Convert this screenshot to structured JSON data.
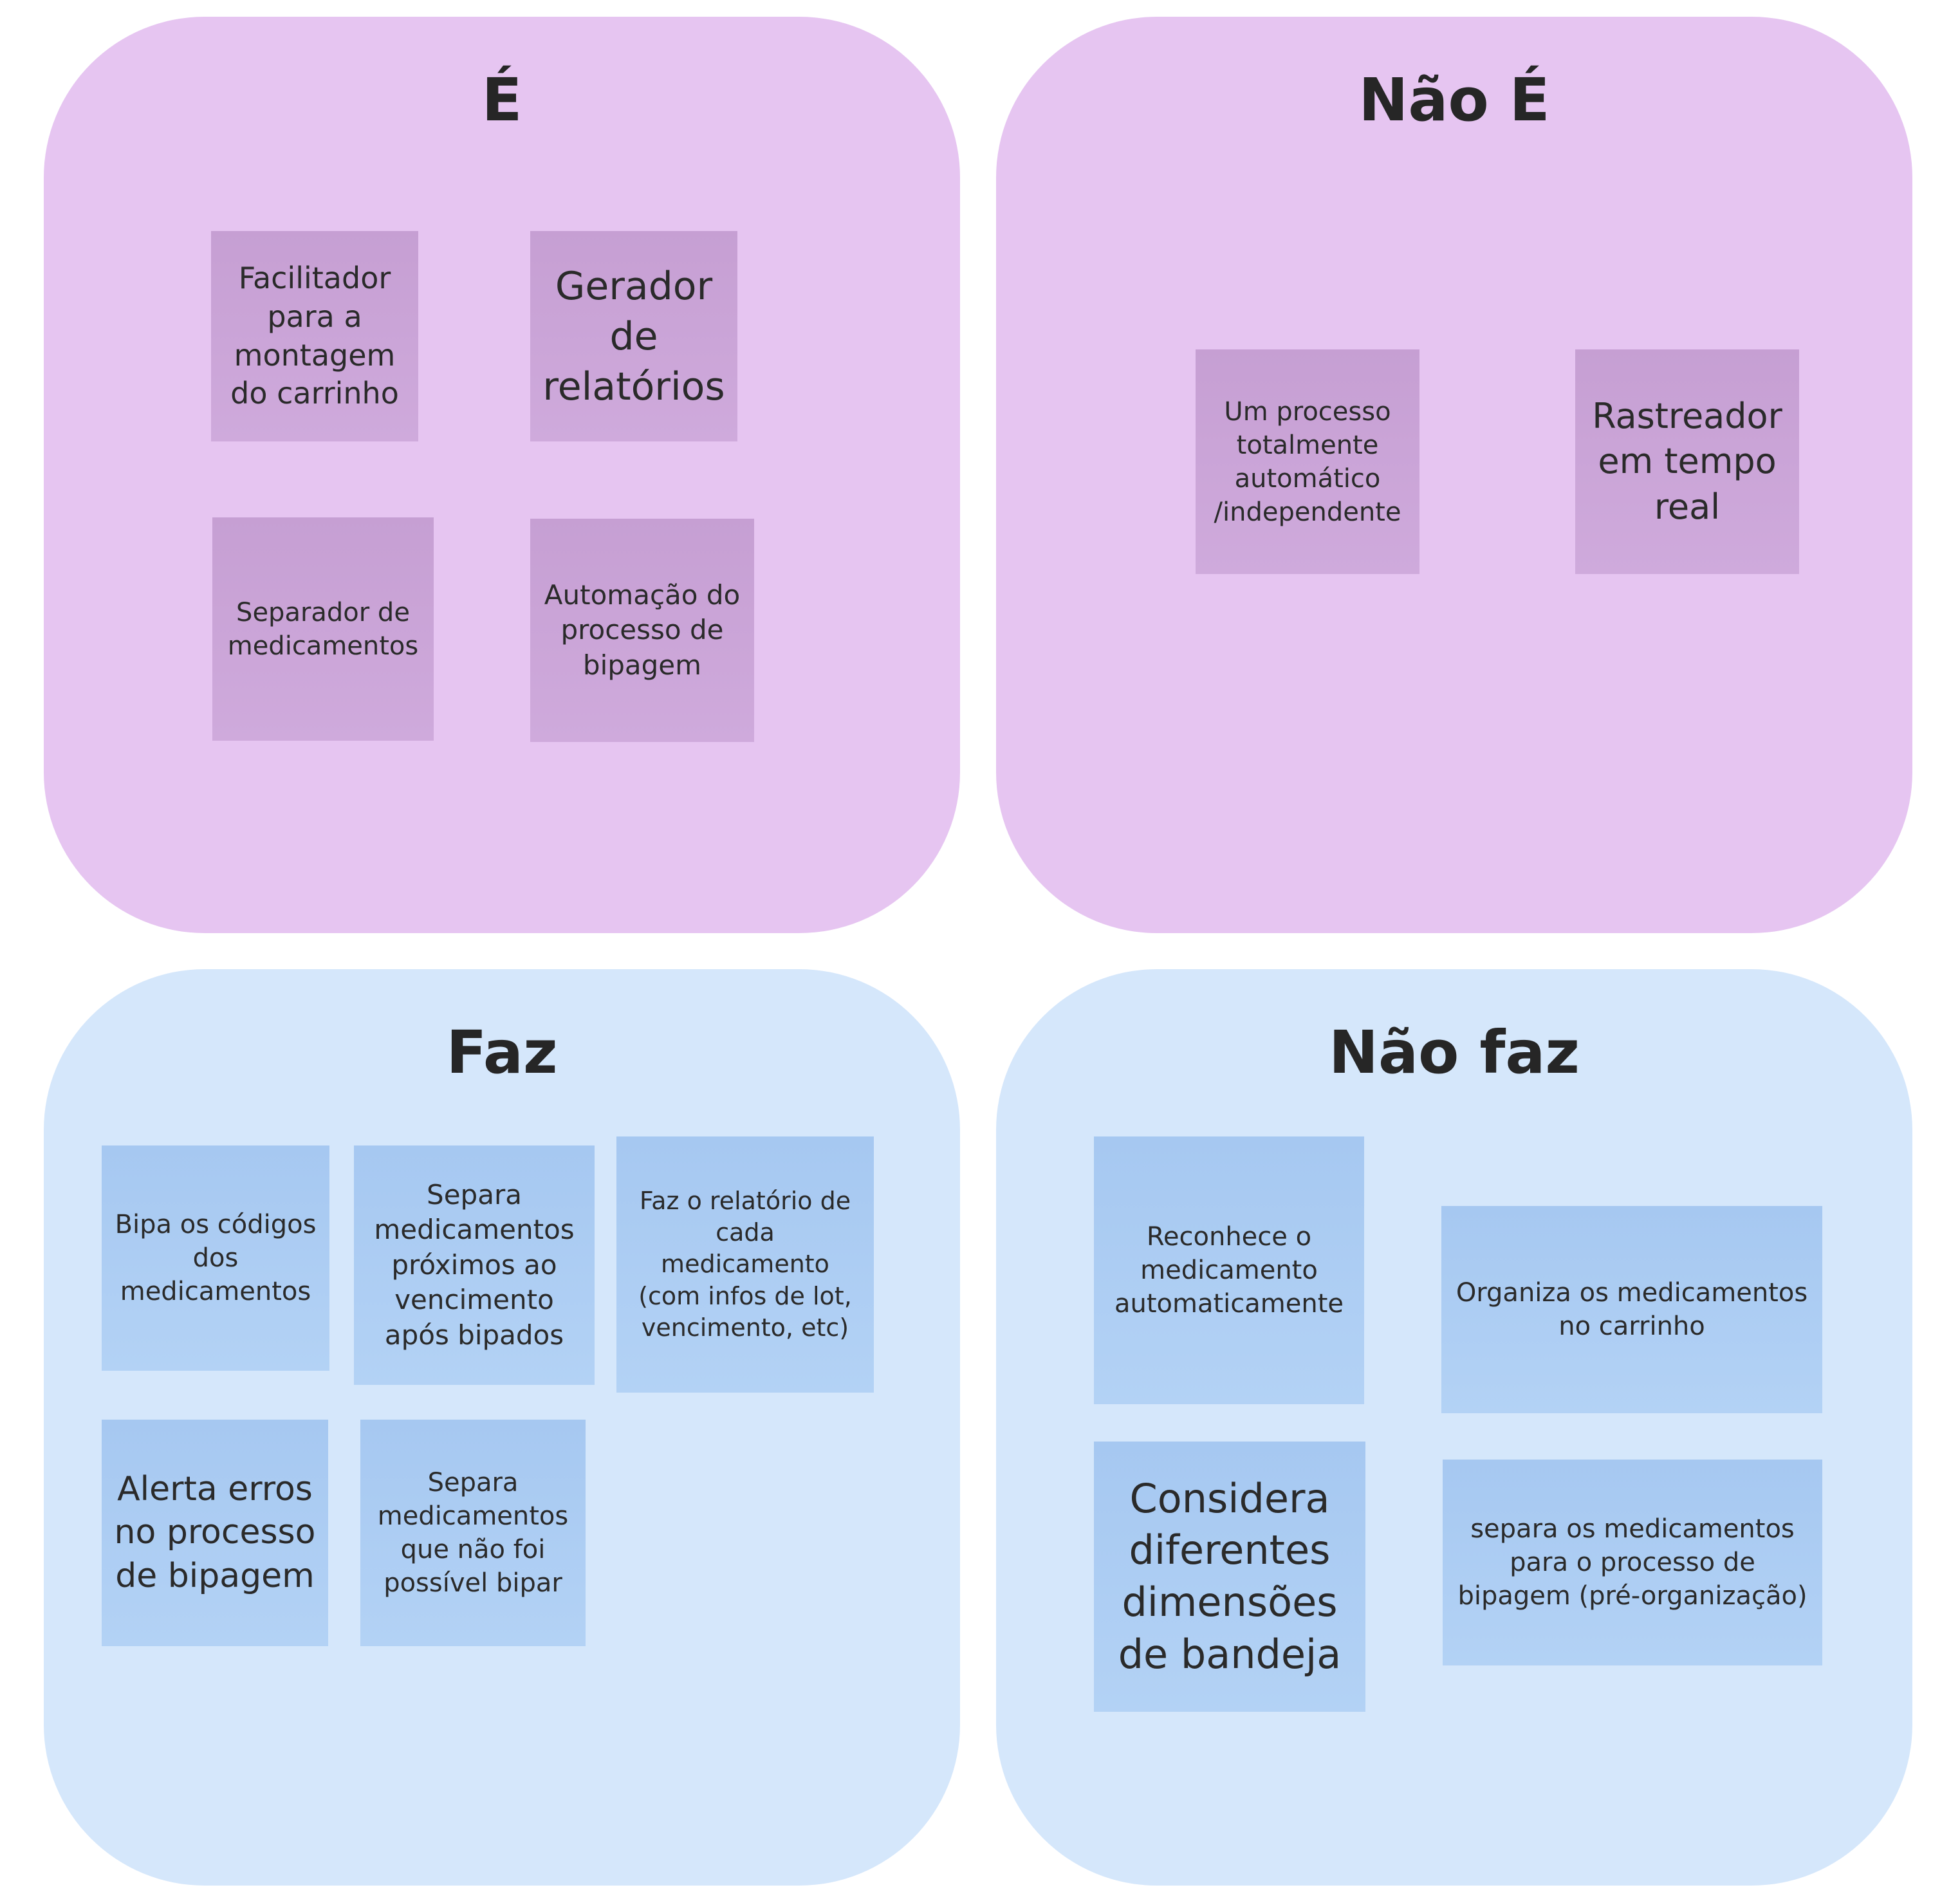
{
  "quadrants": {
    "e": {
      "title": "É",
      "color": "#e6c5f1",
      "notes": [
        "Facilitador para a montagem do carrinho",
        "Gerador de relatórios",
        "Separador de medicamentos",
        "Automação do processo de bipagem"
      ]
    },
    "nao_e": {
      "title": "Não É",
      "color": "#e6c5f1",
      "notes": [
        "Um processo totalmente automático /independente",
        "Rastreador em tempo real"
      ]
    },
    "faz": {
      "title": "Faz",
      "color": "#d5e7fb",
      "notes": [
        "Bipa os códigos dos medicamentos",
        "Separa medicamentos próximos ao vencimento após bipados",
        "Faz o relatório de cada medicamento (com infos de lot, vencimento, etc)",
        "Alerta erros no processo de bipagem",
        "Separa medicamentos que não foi possível bipar"
      ]
    },
    "nao_faz": {
      "title": "Não faz",
      "color": "#d5e7fb",
      "notes": [
        "Reconhece o medicamento automaticamente",
        "Organiza os medicamentos no carrinho",
        "Considera diferentes dimensões de bandeja",
        "separa os medicamentos para o processo de bipagem (pré-organização)"
      ]
    }
  },
  "note_colors": {
    "purple": "#c69fd3",
    "blue": "#a6c8f1"
  }
}
